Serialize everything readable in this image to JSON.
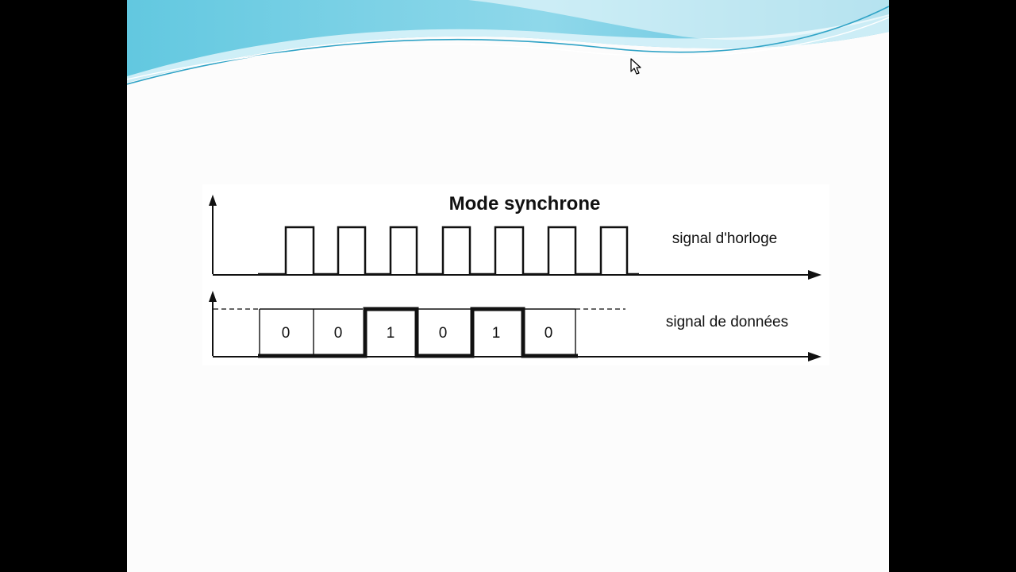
{
  "diagram": {
    "title": "Mode synchrone",
    "clock_label": "signal d'horloge",
    "data_label": "signal de données",
    "bits": [
      "0",
      "0",
      "1",
      "0",
      "1",
      "0"
    ]
  },
  "colors": {
    "background": "#000000",
    "slide": "#fcfcfc",
    "wave_primary": "#5fc4dc",
    "wave_light": "#bfe8f3",
    "ink": "#111111"
  },
  "icons": [
    "mouse-pointer-icon"
  ]
}
